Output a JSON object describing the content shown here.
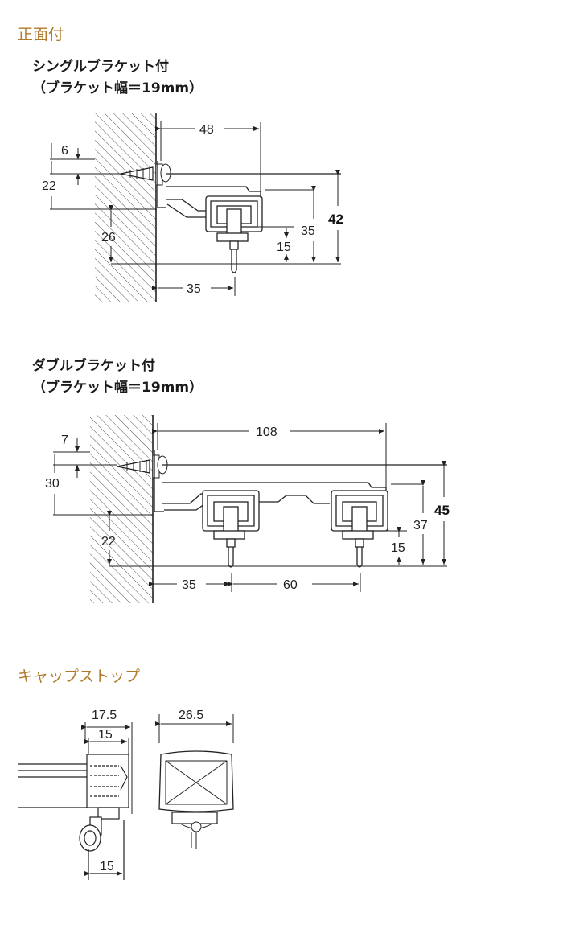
{
  "sections": {
    "front_mount": "正面付",
    "cap_stop": "キャップストップ"
  },
  "single": {
    "title": "シングルブラケット付",
    "subtitle": "（ブラケット幅＝19mm）",
    "dims": {
      "top_width": "48",
      "screw_offset": "6",
      "mount_height": "22",
      "lower": "26",
      "overall_height": "42",
      "rail_height": "35",
      "runner": "15",
      "bottom_width": "35"
    }
  },
  "double": {
    "title": "ダブルブラケット付",
    "subtitle": "（ブラケット幅＝19mm）",
    "dims": {
      "top_width": "108",
      "screw_offset": "7",
      "mount_height": "30",
      "lower": "22",
      "overall_height": "45",
      "rail_height": "37",
      "runner": "15",
      "first_width": "35",
      "second_width": "60"
    }
  },
  "cap": {
    "dims": {
      "outer_width": "17.5",
      "inner_width": "15",
      "bottom_width": "15",
      "front_width": "26.5"
    }
  }
}
